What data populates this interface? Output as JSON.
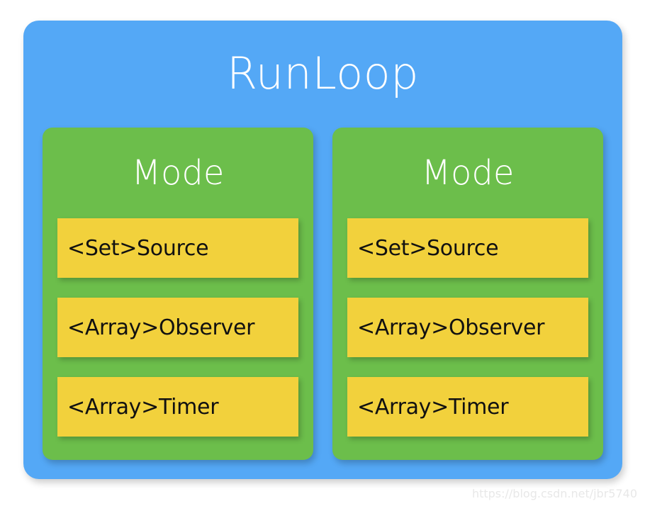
{
  "diagram": {
    "title": "RunLoop",
    "colors": {
      "outer_container": "#54a8f6",
      "mode_panel": "#6cbe4b",
      "item_box": "#f2d13c",
      "title_text": "#ffffff",
      "item_text": "#111111",
      "page_background": "#ffffff",
      "watermark_text": "#e8e8e8"
    },
    "modes": [
      {
        "title": "Mode",
        "items": [
          {
            "label": "<Set>Source"
          },
          {
            "label": "<Array>Observer"
          },
          {
            "label": "<Array>Timer"
          }
        ]
      },
      {
        "title": "Mode",
        "items": [
          {
            "label": "<Set>Source"
          },
          {
            "label": "<Array>Observer"
          },
          {
            "label": "<Array>Timer"
          }
        ]
      }
    ]
  },
  "watermark": {
    "text": "https://blog.csdn.net/jbr5740"
  }
}
